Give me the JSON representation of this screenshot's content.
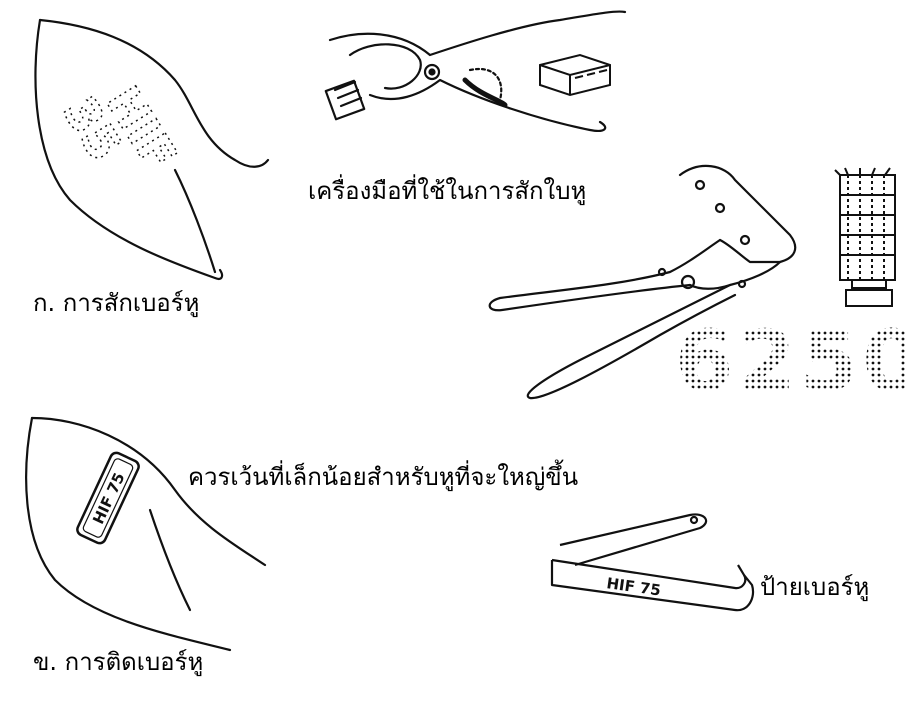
{
  "captions": {
    "tattoo_tool": "เครื่องมือที่ใช้ในการสักใบหู",
    "tattoo_label": "ก. การสักเบอร์หู",
    "tag_note": "ควรเว้นที่เล็กน้อยสำหรับหูที่จะใหญ่ขึ้น",
    "tag_name": "ป้ายเบอร์หู",
    "tag_label": "ข. การติดเบอร์หู"
  },
  "tattoo_mark": {
    "letters": "HIF",
    "number": "35"
  },
  "tattoo_digits": "6250",
  "ear_tag_text": "HIF 75",
  "colors": {
    "line": "#111111",
    "background": "#ffffff"
  }
}
